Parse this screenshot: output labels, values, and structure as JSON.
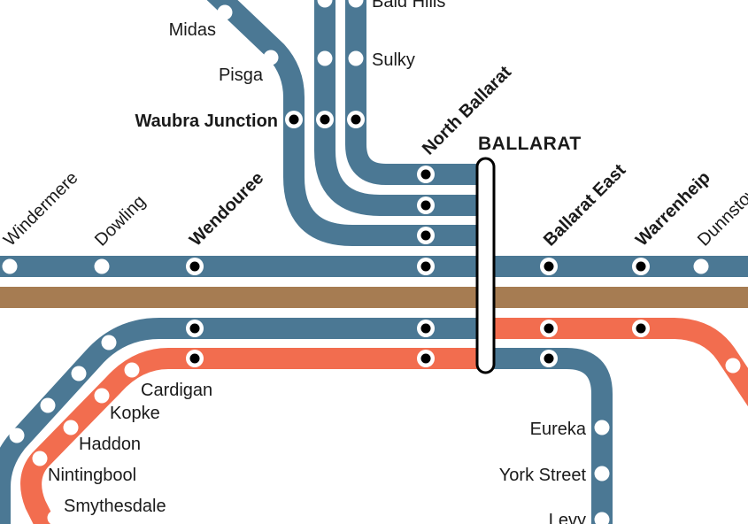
{
  "map": {
    "colors": {
      "blue_line": "#4b7894",
      "orange_line": "#f26d4f",
      "brown_line": "#a67c52",
      "station_fill": "#ffffff",
      "interchange_dot": "#000000",
      "text": "#1a1a1a"
    },
    "hub": {
      "name": "BALLARAT"
    },
    "stations": {
      "bald_hills": "Bald Hills",
      "midas": "Midas",
      "pisga": "Pisga",
      "sulky": "Sulky",
      "waubra_junction": "Waubra Junction",
      "north_ballarat": "North Ballarat",
      "windermere": "Windermere",
      "dowling": "Dowling",
      "wendouree": "Wendouree",
      "ballarat_east": "Ballarat East",
      "warrenheip": "Warrenheip",
      "dunnstown": "Dunnstown",
      "cardigan": "Cardigan",
      "kopke": "Kopke",
      "haddon": "Haddon",
      "nintingbool": "Nintingbool",
      "smythesdale": "Smythesdale",
      "eureka": "Eureka",
      "york_street": "York Street",
      "levy": "Levy"
    }
  }
}
